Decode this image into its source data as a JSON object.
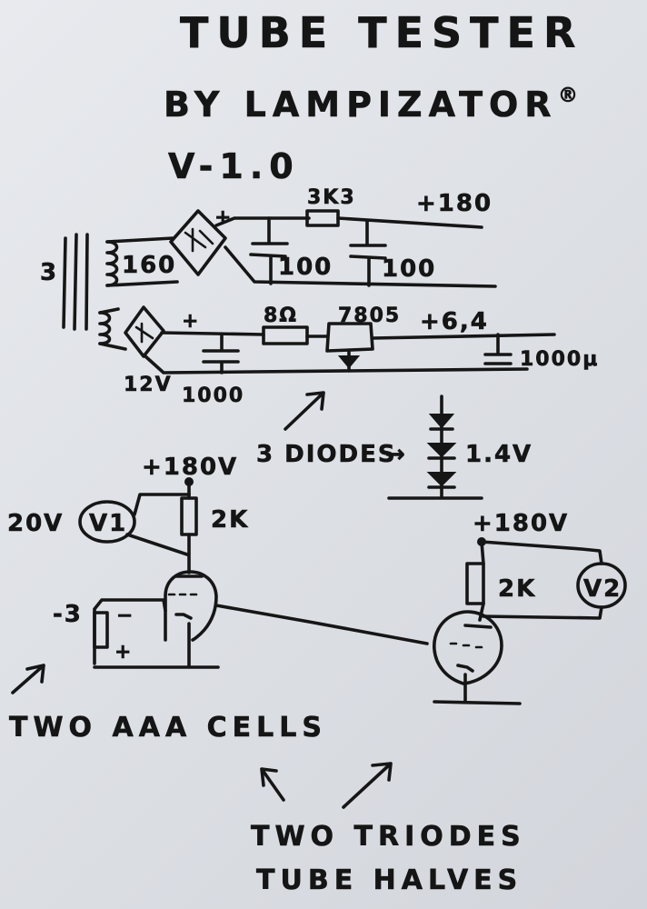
{
  "title_line1": "TUBE TESTER",
  "title_line2": "BY LAMPIZATOR",
  "registered_mark": "®",
  "version": "V-1.0",
  "power_supply": {
    "hv_secondary": "160",
    "resistor_3k3": "3K3",
    "rail_180": "+180",
    "cap_100_a": "100",
    "cap_100_b": "100",
    "transformer_mark": "3",
    "lv_secondary": "12V",
    "cap_1000_a": "1000",
    "resistor_8r": "8Ω",
    "regulator": "7805",
    "rail_64": "+6,4",
    "cap_1000_b": "1000μ",
    "diodes_note": "3 DIODES",
    "diodes_voltage": "1.4V"
  },
  "circuit": {
    "supply_left": "+180V",
    "supply_right": "+180V",
    "meter_range": "20V",
    "meter_1": "V1",
    "meter_2": "V2",
    "anode_resistor_left": "2K",
    "anode_resistor_right": "2K",
    "grid_bias": "-3",
    "battery_minus": "−",
    "battery_plus": "+"
  },
  "notes": {
    "cells": "TWO AAA CELLS",
    "triodes_line1": "TWO TRIODES",
    "triodes_line2": "TUBE HALVES"
  }
}
